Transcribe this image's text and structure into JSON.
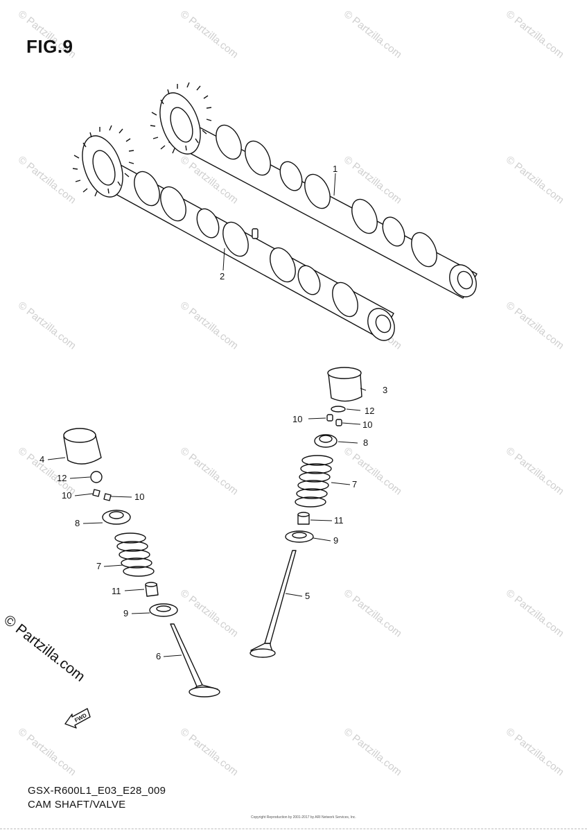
{
  "figure": {
    "title": "FIG.9",
    "code": "GSX-R600L1_E03_E28_009",
    "name": "CAM SHAFT/VALVE"
  },
  "watermark": {
    "text": "© Partzilla.com",
    "copyright_large": "© Partzilla.com",
    "copyright_small": "Copyright Reproduction by 2001-2017 by ARI Network Services, Inc."
  },
  "parts": [
    {
      "ref": "1"
    },
    {
      "ref": "2"
    },
    {
      "ref": "3"
    },
    {
      "ref": "4"
    },
    {
      "ref": "5"
    },
    {
      "ref": "6"
    },
    {
      "ref": "7"
    },
    {
      "ref": "8"
    },
    {
      "ref": "9"
    },
    {
      "ref": "10"
    },
    {
      "ref": "11"
    },
    {
      "ref": "12"
    }
  ],
  "callouts": [
    {
      "label": "1"
    },
    {
      "label": "2"
    },
    {
      "label": "3"
    },
    {
      "label": "12"
    },
    {
      "label": "10"
    },
    {
      "label": "10"
    },
    {
      "label": "8"
    },
    {
      "label": "7"
    },
    {
      "label": "11"
    },
    {
      "label": "9"
    },
    {
      "label": "5"
    },
    {
      "label": "4"
    },
    {
      "label": "12"
    },
    {
      "label": "10"
    },
    {
      "label": "10"
    },
    {
      "label": "8"
    },
    {
      "label": "7"
    },
    {
      "label": "11"
    },
    {
      "label": "9"
    },
    {
      "label": "6"
    }
  ],
  "direction_marker": {
    "text": "FWD"
  }
}
